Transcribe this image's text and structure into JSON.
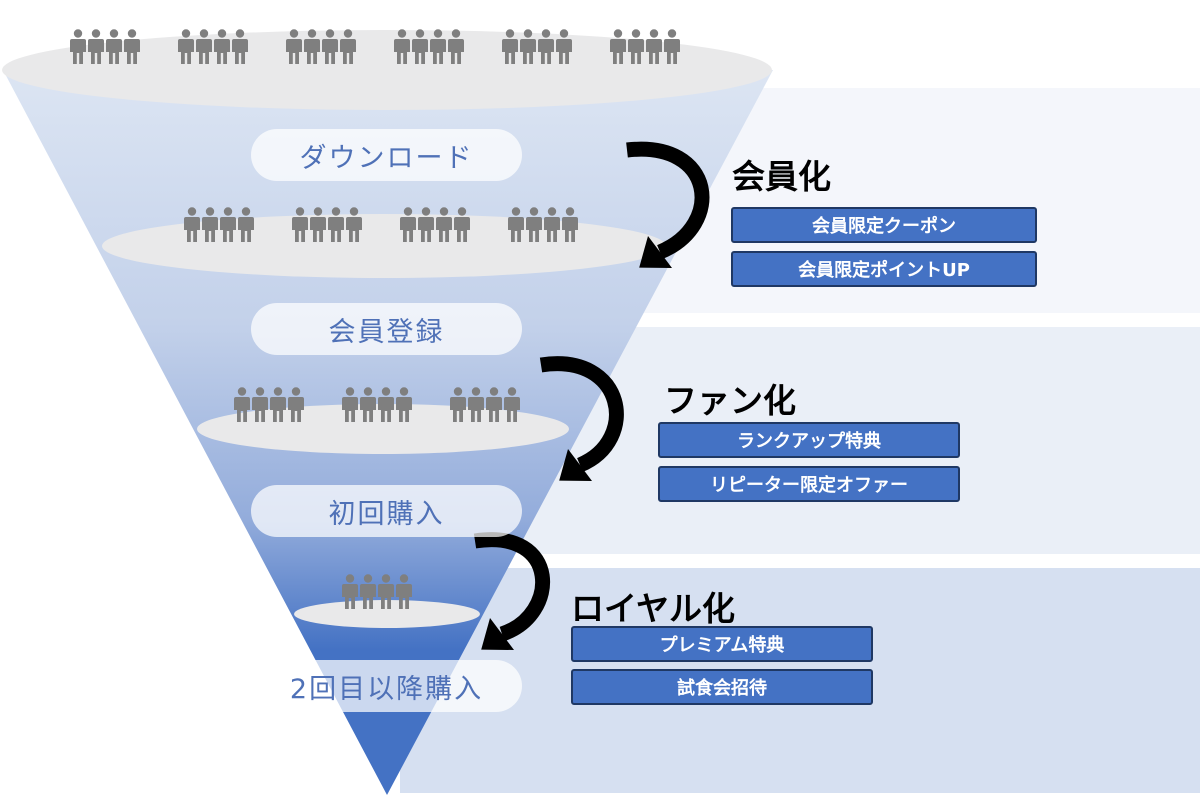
{
  "colors": {
    "funnel_top": "#dce5f3",
    "funnel_bottom": "#4472c4",
    "ellipse": "#e9e9ea",
    "person": "#7f7f7f",
    "band": "#f4f6fb",
    "arrow": "#000000",
    "button": "#4472c4"
  },
  "person_icon": "person-icon",
  "arrow_icon": "curved-arrow-icon",
  "funnel": {
    "stages": [
      {
        "label": "ダウンロード"
      },
      {
        "label": "会員登録"
      },
      {
        "label": "初回購入"
      },
      {
        "label": "2回目以降購入"
      }
    ],
    "crowds": [
      {
        "groups": 6,
        "people_per_group": 4
      },
      {
        "groups": 4,
        "people_per_group": 4
      },
      {
        "groups": 3,
        "people_per_group": 4
      },
      {
        "groups": 1,
        "people_per_group": 4
      }
    ]
  },
  "phases": [
    {
      "title": "会員化",
      "benefits": [
        "会員限定クーポン",
        "会員限定ポイントUP"
      ]
    },
    {
      "title": "ファン化",
      "benefits": [
        "ランクアップ特典",
        "リピーター限定オファー"
      ]
    },
    {
      "title": "ロイヤル化",
      "benefits": [
        "プレミアム特典",
        "試食会招待"
      ]
    }
  ]
}
